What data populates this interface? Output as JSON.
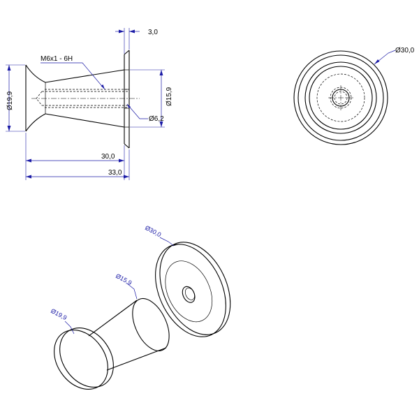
{
  "drawing": {
    "side_view": {
      "thread_callout": "M6x1 - 6H",
      "dia_19_9": "Ø19,9",
      "dia_15_9": "Ø15,9",
      "dia_6_2": "Ø6,2",
      "len_30": "30,0",
      "len_33": "33,0",
      "thk_3": "3,0"
    },
    "front_view": {
      "dia_30": "Ø30,0"
    },
    "iso_view": {
      "dia_30": "Ø30,0",
      "dia_15_9": "Ø15,9",
      "dia_19_9": "Ø19,9"
    },
    "colors": {
      "dimension": "#1a1aa6",
      "object": "#000000"
    }
  }
}
